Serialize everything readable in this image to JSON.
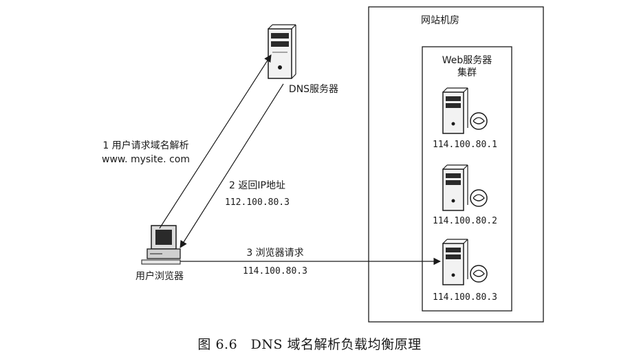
{
  "dns_server": {
    "label": "DNS服务器"
  },
  "client": {
    "label": "用户浏览器"
  },
  "datacenter": {
    "title": "网站机房"
  },
  "cluster": {
    "title_line1": "Web服务器",
    "title_line2": "集群"
  },
  "servers": [
    {
      "ip": "114.100.80.1"
    },
    {
      "ip": "114.100.80.2"
    },
    {
      "ip": "114.100.80.3"
    }
  ],
  "steps": {
    "step1": {
      "title": "1 用户请求域名解析",
      "detail": "www. mysite. com"
    },
    "step2": {
      "title": "2 返回IP地址",
      "detail": "112.100.80.3"
    },
    "step3": {
      "title": "3 浏览器请求",
      "detail": "114.100.80.3"
    }
  },
  "caption": "图 6.6　DNS 域名解析负载均衡原理",
  "colors": {
    "line": "#1a1a1a",
    "server_body": "#f2f2f2",
    "server_dark": "#2a2a2a"
  }
}
